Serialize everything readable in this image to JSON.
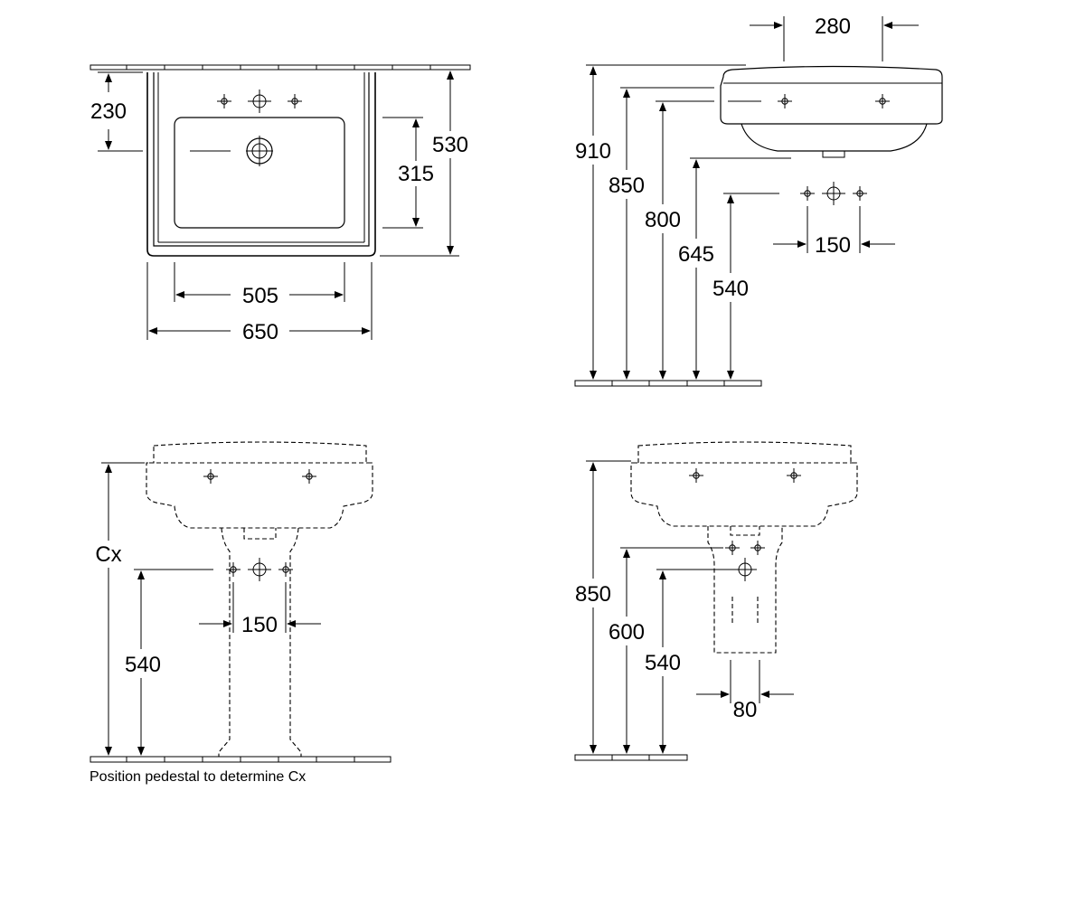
{
  "top_view": {
    "dim_230": "230",
    "dim_530": "530",
    "dim_315": "315",
    "dim_505": "505",
    "dim_650": "650"
  },
  "side_view_wall": {
    "dim_280": "280",
    "dim_910": "910",
    "dim_850": "850",
    "dim_800": "800",
    "dim_645": "645",
    "dim_540": "540",
    "dim_150": "150"
  },
  "front_view_pedestal": {
    "dim_cx": "Cx",
    "dim_540": "540",
    "dim_150": "150",
    "note": "Position pedestal to determine Cx"
  },
  "front_view_semipedestal": {
    "dim_850": "850",
    "dim_600": "600",
    "dim_540": "540",
    "dim_80": "80"
  }
}
